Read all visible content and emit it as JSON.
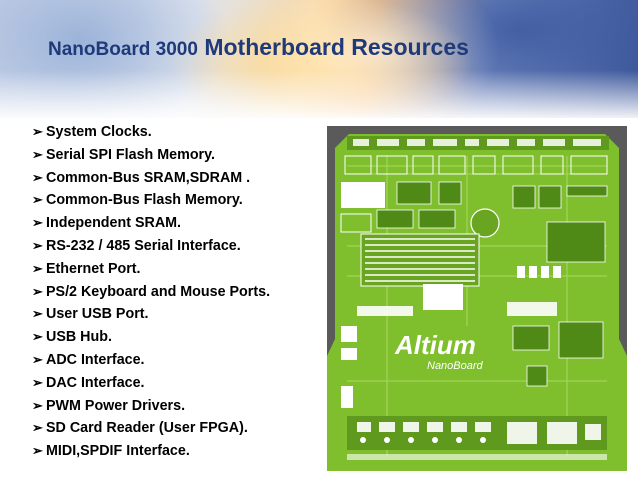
{
  "slide": {
    "title_part1": "NanoBoard 3000",
    "title_part2": " Motherboard Resources",
    "bullet_glyph": "➢",
    "items": [
      "System Clocks.",
      "Serial SPI Flash Memory.",
      "Common-Bus SRAM,SDRAM .",
      "Common-Bus Flash Memory.",
      "Independent SRAM.",
      "RS-232 / 485 Serial Interface.",
      "Ethernet Port.",
      "PS/2 Keyboard and Mouse Ports.",
      "User USB Port.",
      "USB Hub.",
      "ADC Interface.",
      "DAC Interface.",
      "PWM Power Drivers.",
      "SD Card Reader (User FPGA).",
      "MIDI,SPDIF Interface."
    ]
  },
  "board_image": {
    "logo_text": "Altium",
    "logo_subtext": "NanoBoard",
    "colors": {
      "pcb": "#7fbf2e",
      "pcb_dark": "#5f9a1f",
      "frame": "#5a5a5a",
      "title": "#1f3a7a"
    }
  }
}
